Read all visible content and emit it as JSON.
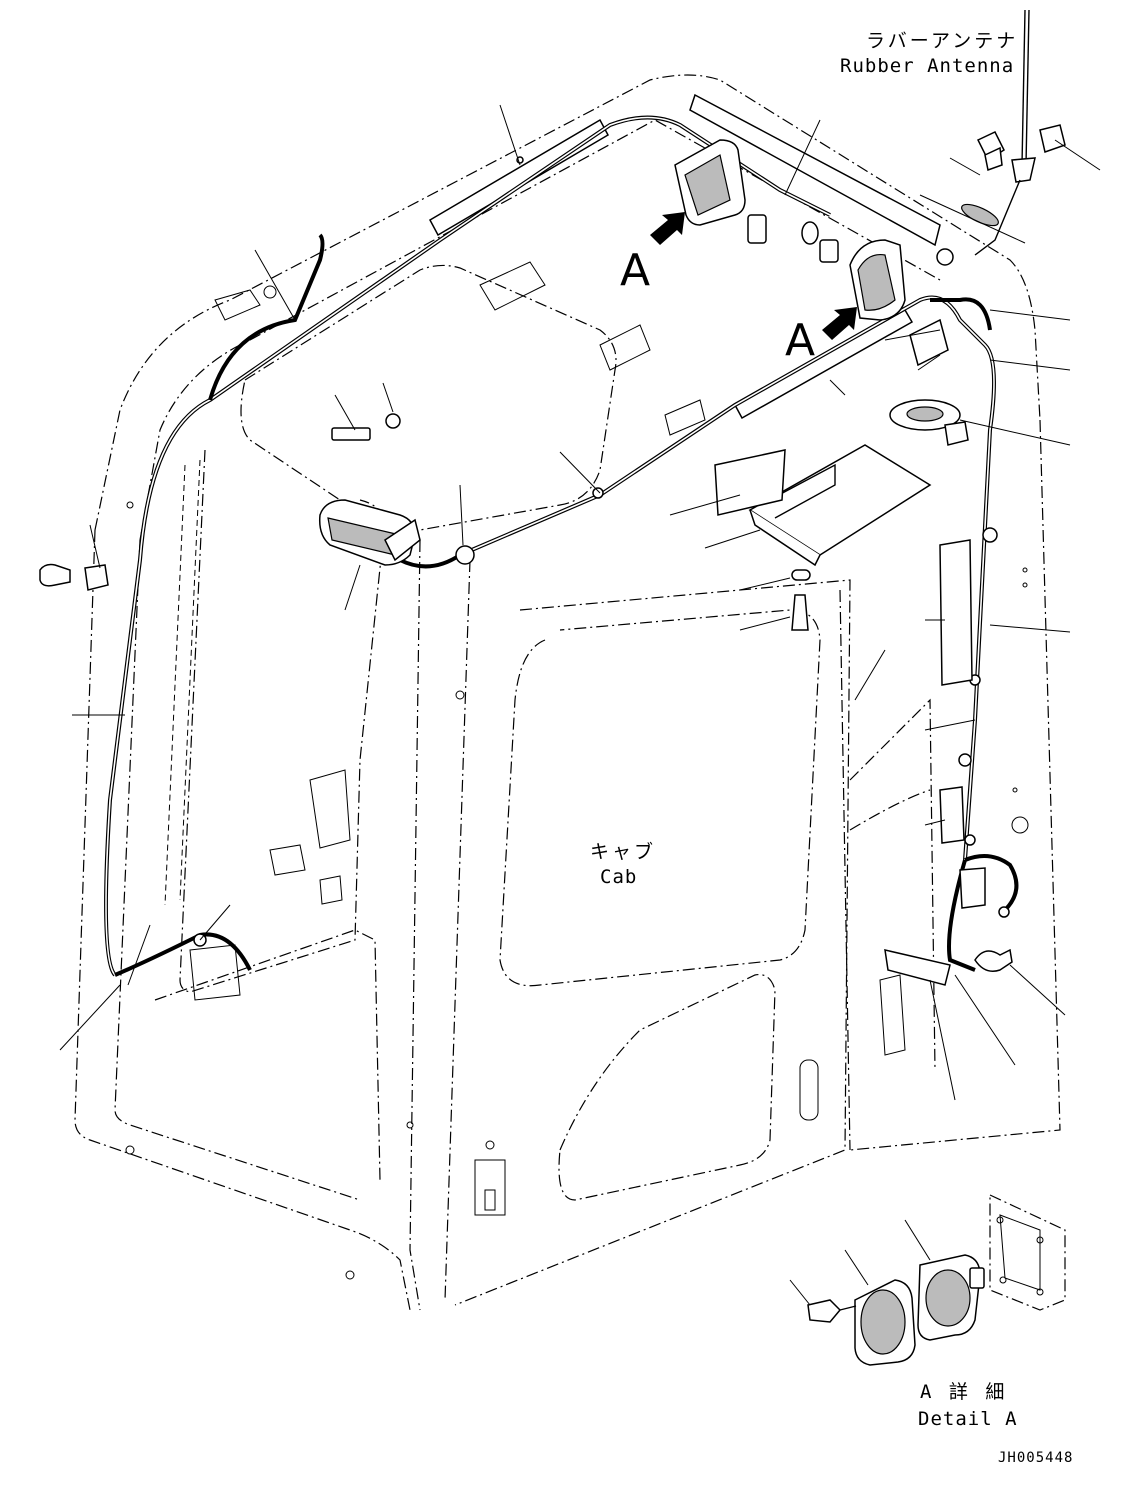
{
  "labels": {
    "antenna_jp": "ラバーアンテナ",
    "antenna_en": "Rubber Antenna",
    "cab_jp": "キャブ",
    "cab_en": "Cab",
    "detail_jp": "A 詳 細",
    "detail_en": "Detail A",
    "view_marker_1": "A",
    "view_marker_2": "A",
    "drawing_code": "JH005448"
  }
}
